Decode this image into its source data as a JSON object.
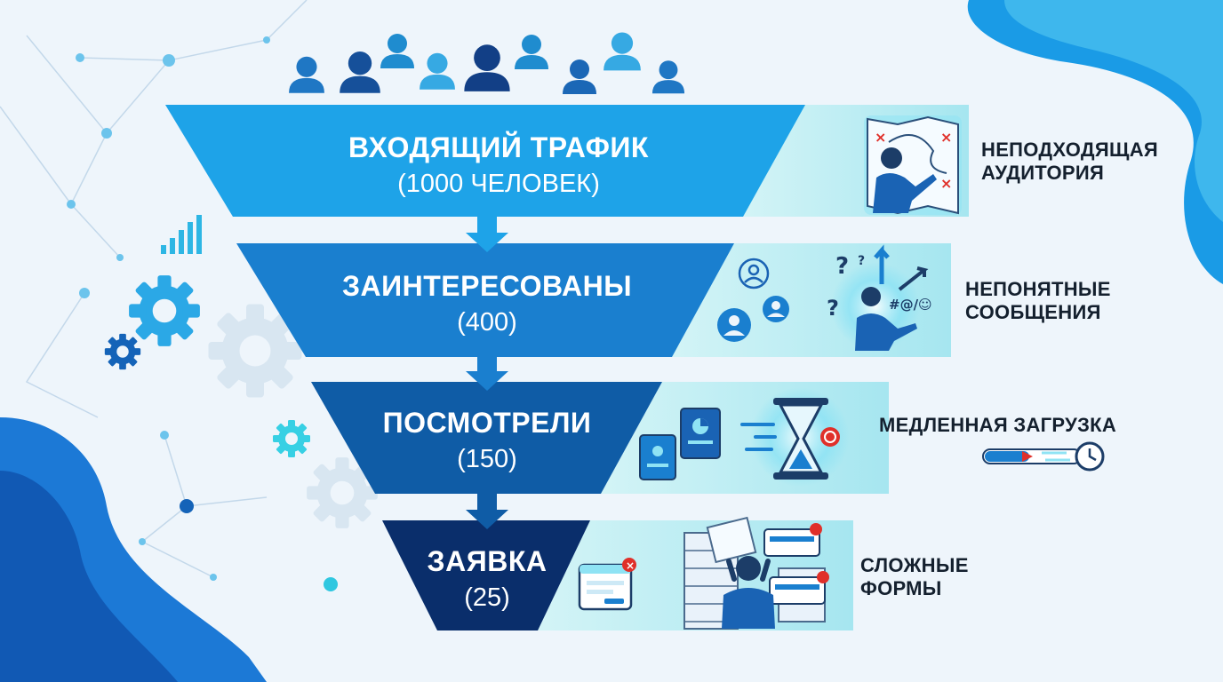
{
  "funnel": {
    "stages": [
      {
        "title": "ВХОДЯЩИЙ ТРАФИК",
        "count": "(1000 ЧЕЛОВЕК)",
        "value": 1000,
        "color": "#1ea3e8"
      },
      {
        "title": "ЗАИНТЕРЕСОВАНЫ",
        "count": "(400)",
        "value": 400,
        "color": "#1a7fcf"
      },
      {
        "title": "ПОСМОТРЕЛИ",
        "count": "(150)",
        "value": 150,
        "color": "#0f5ca6"
      },
      {
        "title": "ЗАЯВКА",
        "count": "(25)",
        "value": 25,
        "color": "#0a2e6b"
      }
    ]
  },
  "problems": [
    {
      "lines": [
        "НЕПОДХОДЯЩАЯ",
        "АУДИТОРИЯ"
      ],
      "icon": "presenter-with-map-icon"
    },
    {
      "lines": [
        "НЕПОНЯТНЫЕ",
        "СООБЩЕНИЯ"
      ],
      "icon": "confused-person-icon"
    },
    {
      "lines": [
        "МЕДЛЕННАЯ ЗАГРУЗКА"
      ],
      "icon": "hourglass-icon"
    },
    {
      "lines": [
        "СЛОЖНЫЕ",
        "ФОРМЫ"
      ],
      "icon": "overwhelmed-person-icon"
    }
  ],
  "colors": {
    "accent_light": "#1ea3e8",
    "accent_dark": "#0a2e6b",
    "band": "#b9ecf2",
    "background": "#eef5fb"
  }
}
